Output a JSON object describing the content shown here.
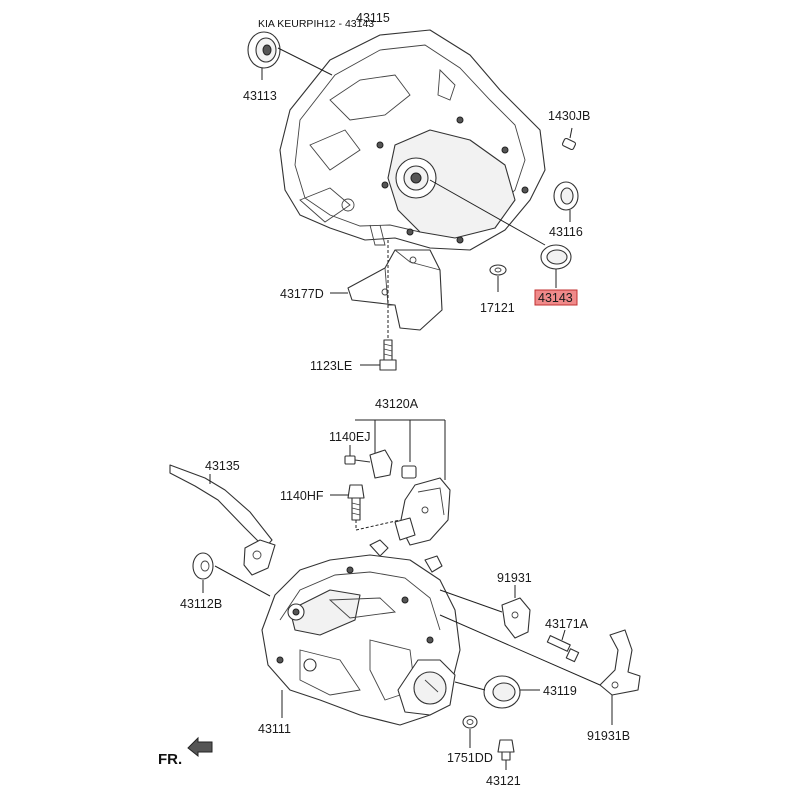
{
  "header": {
    "text": "KIA KEURPIH12 - 43143"
  },
  "highlight_color": "#f08a8a",
  "labels": {
    "p43115": "43115",
    "p43113": "43113",
    "p1430JB": "1430JB",
    "p43116": "43116",
    "p43143": "43143",
    "p17121": "17121",
    "p43177D": "43177D",
    "p1123LE": "1123LE",
    "p43120A": "43120A",
    "p1140EJ": "1140EJ",
    "p43135": "43135",
    "p1140HF": "1140HF",
    "p43112B": "43112B",
    "p91931": "91931",
    "p43171A": "43171A",
    "p43119": "43119",
    "p43111": "43111",
    "p91931B": "91931B",
    "p1751DD": "1751DD",
    "p43121": "43121"
  },
  "direction": {
    "text": "FR."
  }
}
